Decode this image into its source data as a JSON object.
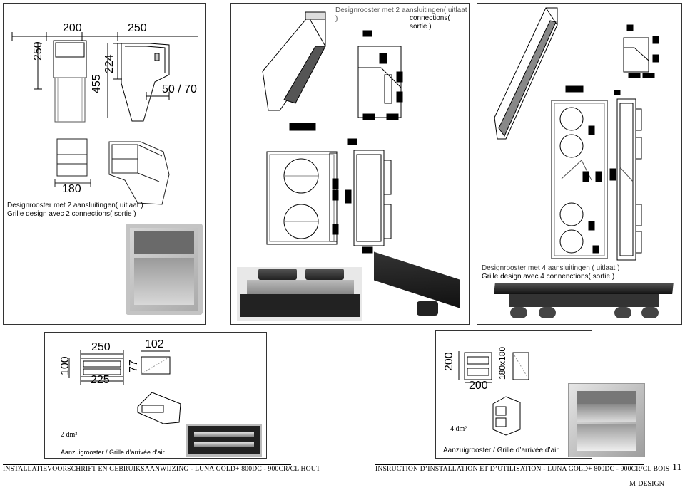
{
  "panels": {
    "top_left": {
      "caption_line1": "Designrooster met 2 aansluitingen( uitlaat )",
      "caption_line2": "Grille design avec 2 connections( sortie )",
      "dims": {
        "d200": "200",
        "d250": "250",
        "d250v": "250",
        "d455": "455",
        "d224": "224",
        "d5070": "50 / 70",
        "d180": "180"
      }
    },
    "top_middle": {
      "caption_line1": "Designrooster met 2 aansluitingen( uitlaat )",
      "caption_line2": "connections( sortie )"
    },
    "top_right": {
      "caption_line1": "Designrooster met 4 aansluitingen ( uitlaat )",
      "caption_line2": "Grille design avec 4 connenctions( sortie )"
    },
    "bottom_left": {
      "dims": {
        "d250": "250",
        "d102": "102",
        "d100": "100",
        "d77": "77",
        "d225": "225"
      },
      "area": "2 dm²",
      "caption": "Aanzuigrooster / Grille d’arrivée d’air"
    },
    "bottom_right": {
      "dims": {
        "d200v": "200",
        "d180x180": "180x180",
        "d200": "200"
      },
      "area": "4 dm²",
      "caption": "Aanzuigrooster / Grille d’arrivée d’air"
    }
  },
  "footer": {
    "left": "INSTALLATIEVOORSCHRIFT EN GEBRUIKSAANWIJZING - LUNA GOLD+ 800DC - 900CR/CL  HOUT",
    "right": "INSRUCTION D’INSTALLATION ET D’UTILISATION - LUNA GOLD+ 800DC - 900CR/CL  BOIS",
    "page_number": "11",
    "brand": "M-DESIGN"
  }
}
